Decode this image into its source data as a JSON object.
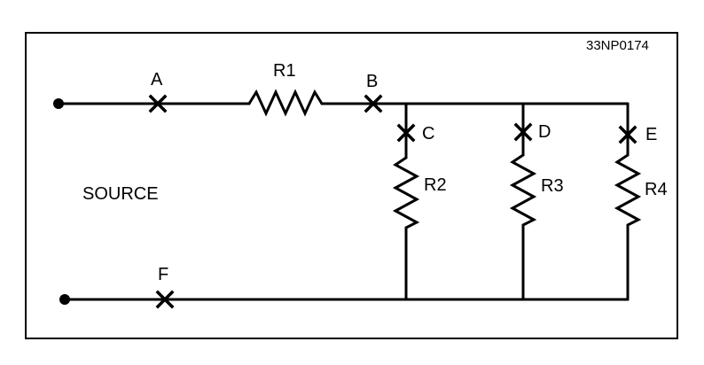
{
  "figure_id": "33NP0174",
  "source_label": "SOURCE",
  "test_points": {
    "a": "A",
    "b": "B",
    "c": "C",
    "d": "D",
    "e": "E",
    "f": "F"
  },
  "resistors": {
    "r1": "R1",
    "r2": "R2",
    "r3": "R3",
    "r4": "R4"
  }
}
